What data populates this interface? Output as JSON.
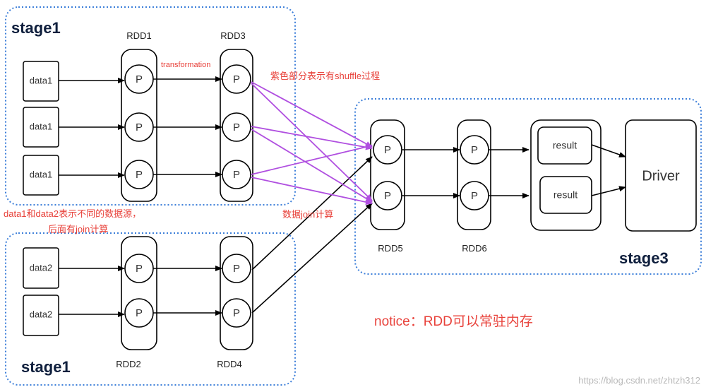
{
  "stages": {
    "top_label": "stage1",
    "bottom_label": "stage1",
    "stage3_label": "stage3"
  },
  "rdds": {
    "rdd1": "RDD1",
    "rdd2": "RDD2",
    "rdd3": "RDD3",
    "rdd4": "RDD4",
    "rdd5": "RDD5",
    "rdd6": "RDD6"
  },
  "partition_label": "P",
  "sources": {
    "data1": "data1",
    "data2": "data2"
  },
  "result_label": "result",
  "driver_label": "Driver",
  "annotations": {
    "transformation": "transformation",
    "shuffle_note": "紫色部分表示有shuffle过程",
    "source_note_line1": "data1和data2表示不同的数据源，",
    "source_note_line2": "后面有join计算",
    "join_note": "数据join计算",
    "notice": "notice：RDD可以常驻内存"
  },
  "watermark": "https://blog.csdn.net/zhtzh312",
  "colors": {
    "stage_border": "#3d7fd9",
    "annotation": "#e8413a",
    "shuffle": "#b04fe0",
    "stroke": "#000000"
  }
}
